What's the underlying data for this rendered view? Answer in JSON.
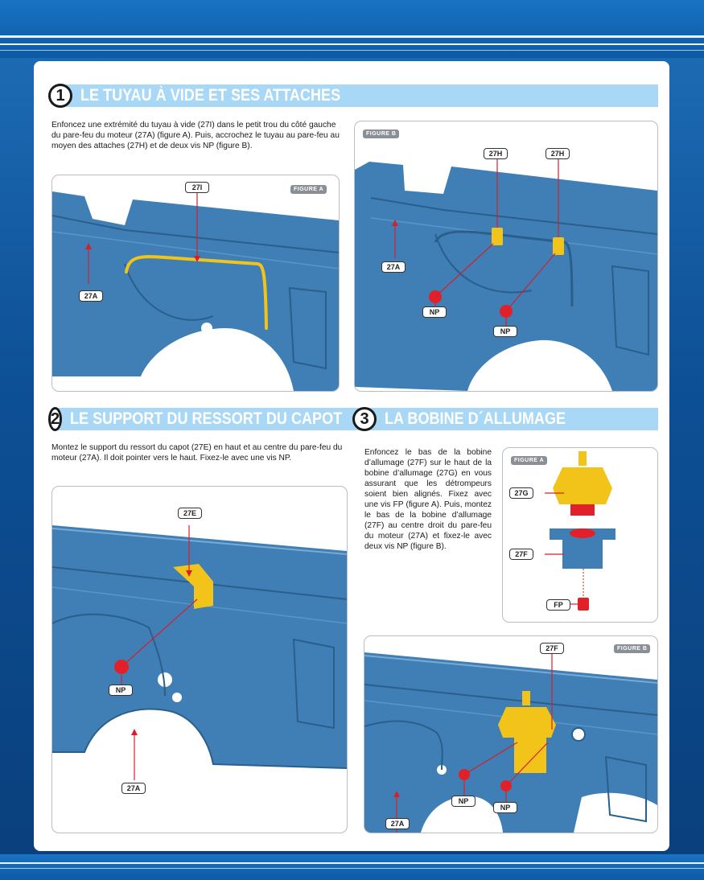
{
  "step1": {
    "number": "1",
    "title": "LE TUYAU À VIDE ET SES ATTACHES",
    "description": "Enfoncez une extrémité du tuyau à vide (27I) dans le petit trou du côté gauche du pare-feu du moteur (27A) (figure A). Puis, accrochez le tuyau au pare-feu au moyen des attaches (27H) et de deux vis NP (figure B).",
    "figA": {
      "tag": "FIGURE A",
      "labels": {
        "hose": "27I",
        "firewall": "27A"
      }
    },
    "figB": {
      "tag": "FIGURE B",
      "labels": {
        "clip_left": "27H",
        "clip_right": "27H",
        "firewall": "27A",
        "screw_left": "NP",
        "screw_right": "NP"
      }
    }
  },
  "step2": {
    "number": "2",
    "title": "LE SUPPORT DU RESSORT DU CAPOT",
    "description": "Montez le support du ressort du capot (27E) en haut et au centre du pare-feu du moteur (27A). Il doit pointer vers le haut. Fixez-le avec une vis NP.",
    "fig": {
      "labels": {
        "bracket": "27E",
        "screw": "NP",
        "firewall": "27A"
      }
    }
  },
  "step3": {
    "number": "3",
    "title": "LA BOBINE D´ALLUMAGE",
    "description": "Enfoncez le bas de la bobine d’allumage (27F) sur le haut de la bobine d’allumage (27G) en vous assurant que les détrompeurs soient bien alignés. Fixez avec une vis FP (figure A). Puis, montez le bas de la bobine d’allumage (27F) au centre droit du pare-feu du moteur (27A) et fixez-le avec deux vis NP (figure B).",
    "figA": {
      "tag": "FIGURE A",
      "labels": {
        "top": "27G",
        "bottom": "27F",
        "screw": "FP"
      }
    },
    "figB": {
      "tag": "FIGURE B",
      "labels": {
        "coil": "27F",
        "screw_left": "NP",
        "screw_right": "NP",
        "firewall": "27A"
      }
    }
  },
  "colors": {
    "part_blue": "#3f7fb5",
    "part_dark": "#2a5f8c",
    "hose_yellow": "#f2c41a",
    "screw_red": "#e2202a",
    "header_bar": "#a8d8f5",
    "leader_red": "#d4202a"
  }
}
